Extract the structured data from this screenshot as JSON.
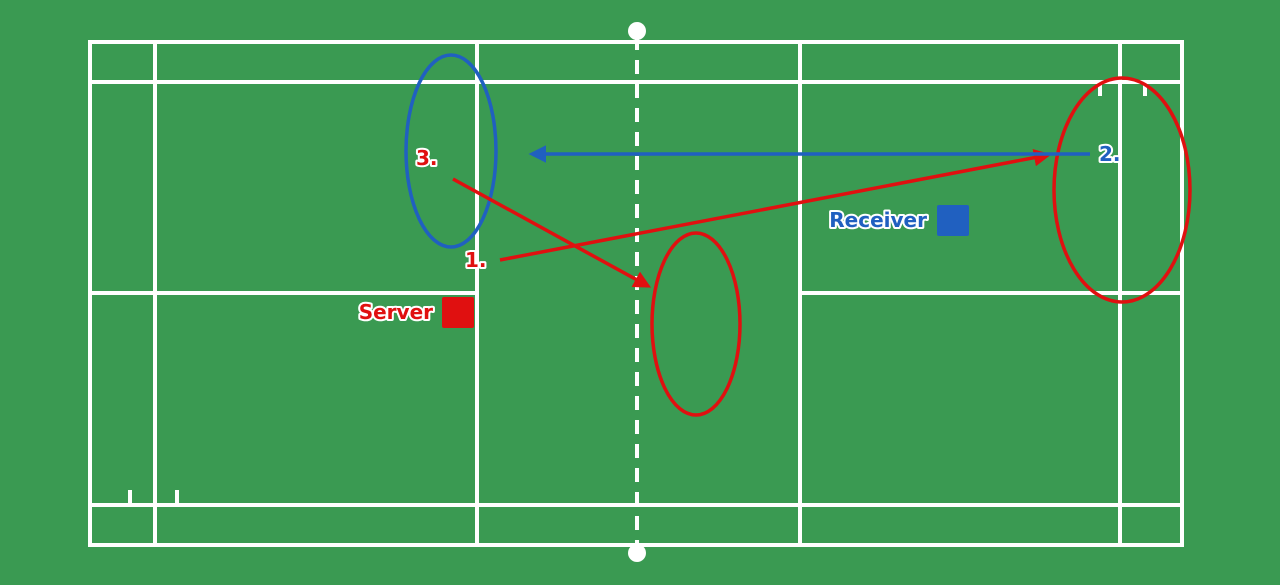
{
  "colors": {
    "court": "#3a9a52",
    "lines": "#ffffff",
    "server": "#e01010",
    "receiver": "#2060c0"
  },
  "labels": {
    "server": "Server",
    "receiver": "Receiver",
    "step1": "1.",
    "step2": "2.",
    "step3": "3."
  }
}
